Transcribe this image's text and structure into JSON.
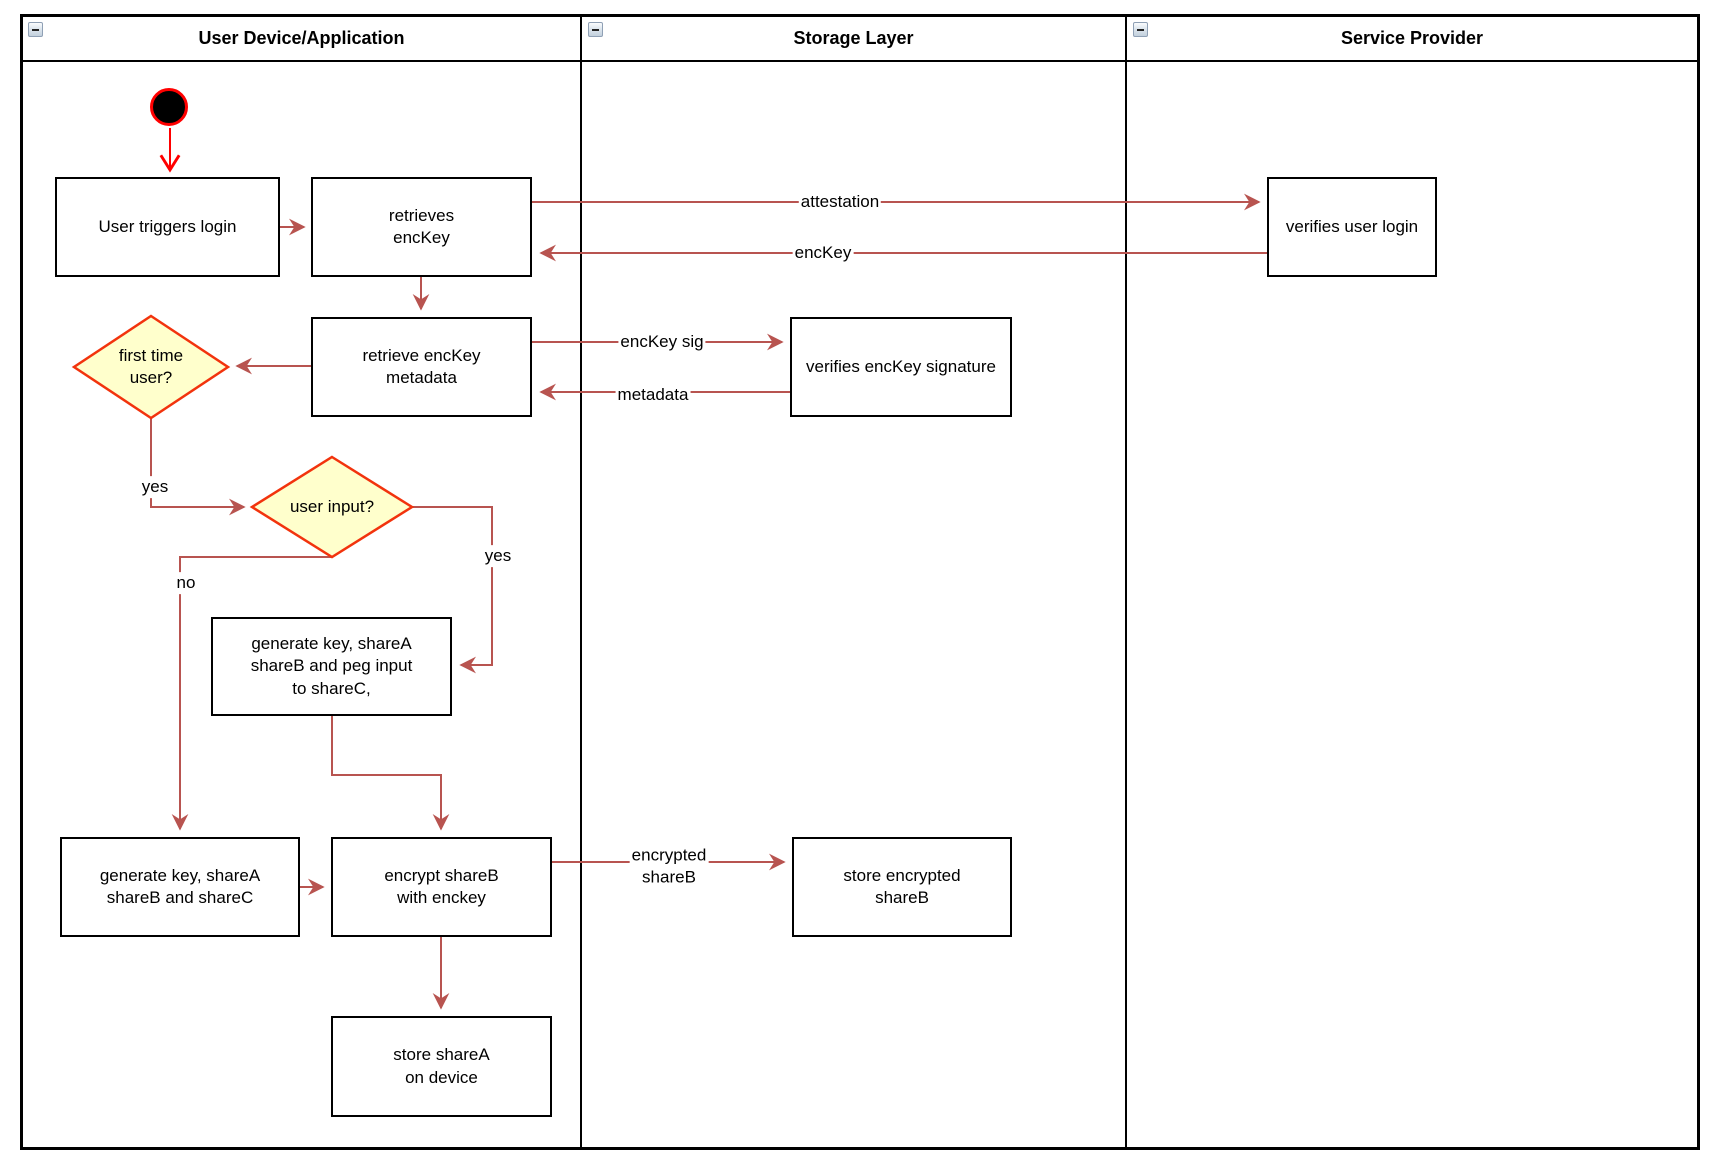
{
  "lanes": [
    {
      "title": "User Device/Application"
    },
    {
      "title": "Storage Layer"
    },
    {
      "title": "Service Provider"
    }
  ],
  "nodes": {
    "login": "User triggers login",
    "retrieves_enckey": "retrieves\nencKey",
    "verifies_user_login": "verifies user login",
    "retrieve_metadata": "retrieve encKey\nmetadata",
    "verifies_signature": "verifies encKey signature",
    "first_time_user": "first time\nuser?",
    "user_input": "user input?",
    "generate_peg": "generate key, shareA\nshareB and peg input\nto shareC,",
    "generate_abc": "generate key, shareA\nshareB and shareC",
    "encrypt_shareb": "encrypt shareB\nwith enckey",
    "store_encrypted_shareb": "store encrypted\nshareB",
    "store_sharea": "store shareA\non device"
  },
  "edge_labels": {
    "attestation": "attestation",
    "enckey": "encKey",
    "enckey_sig": "encKey sig",
    "metadata": "metadata",
    "yes_first_time": "yes",
    "yes_user_input": "yes",
    "no_user_input": "no",
    "encrypted_shareb": "encrypted\nshareB"
  },
  "colors": {
    "edge": "#B85450",
    "start_border": "#FF0000",
    "decision_fill": "#FFFFCC",
    "decision_border": "#F2330D",
    "node_border": "#000000",
    "lane_border": "#000000"
  }
}
